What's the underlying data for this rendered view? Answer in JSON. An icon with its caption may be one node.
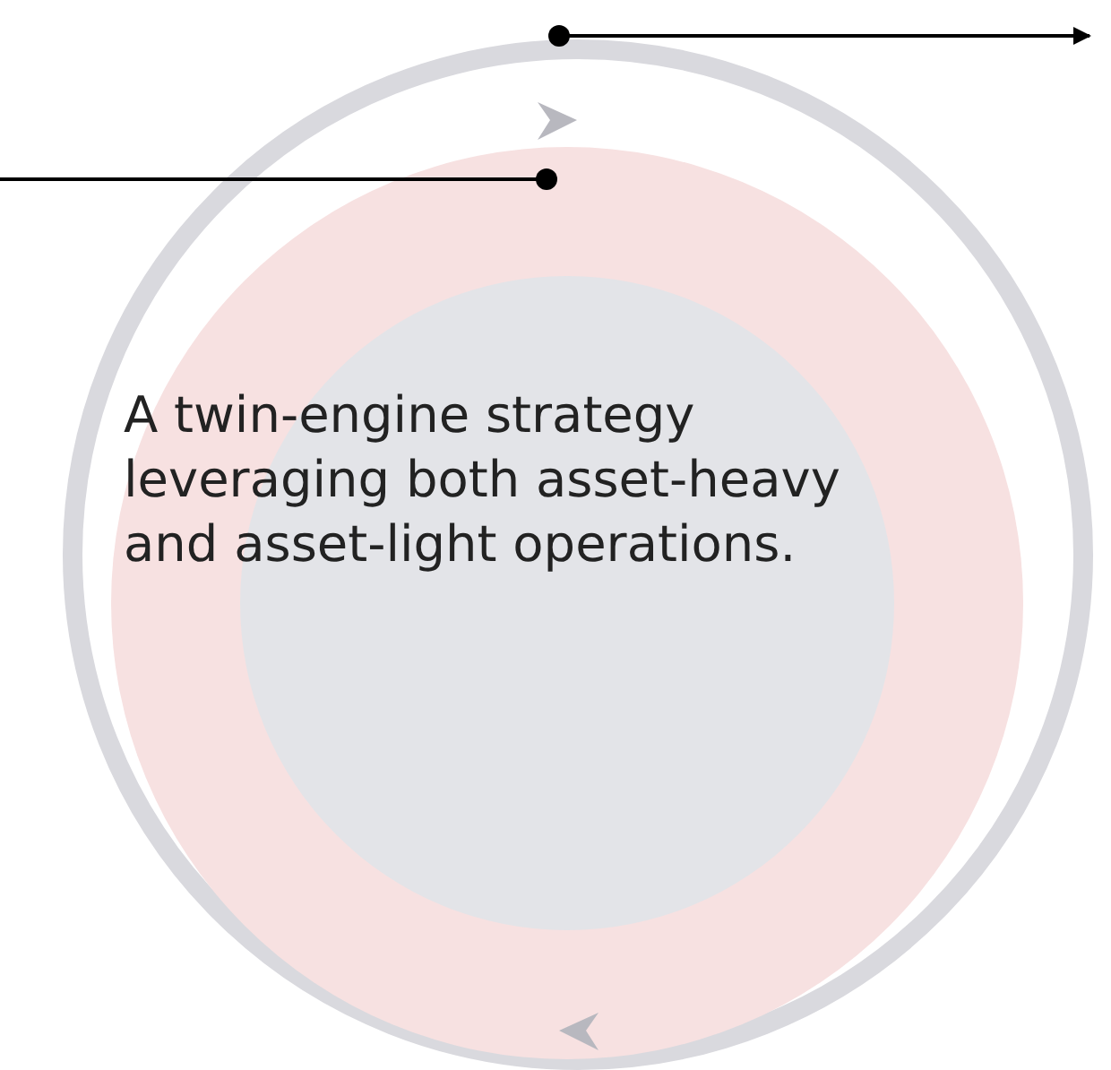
{
  "diagram": {
    "nodes": [
      {
        "text": [],
        "shape": "circle"
      },
      {
        "text": [],
        "shape": "circle",
        "in": 0
      },
      {
        "text": [
          "A twin-engine strategy leveraging both asset-heavy and asset-light operations."
        ],
        "in": 1
      }
    ],
    "edges": [
      {
        "from": null,
        "to": 1,
        "arrow": "other"
      },
      {
        "from": 0,
        "to": null,
        "arrow": "to"
      }
    ]
  }
}
